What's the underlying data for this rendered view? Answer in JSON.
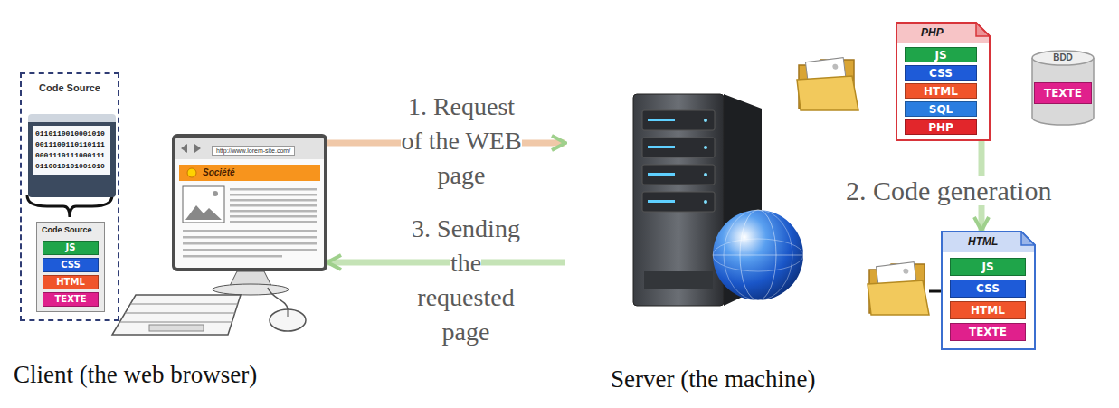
{
  "diagram": {
    "nodes": [
      {
        "text": [
          "Code Source"
        ]
      },
      {
        "text": [
          "0110110010001010 0011100110110111 0001110111000111 0110010101001010"
        ],
        "in": 0
      },
      {
        "text": [
          "Code Source"
        ],
        "in": 0
      },
      {
        "text": [
          "JS"
        ],
        "in": 2
      },
      {
        "text": [
          "CSS"
        ],
        "in": 2
      },
      {
        "text": [
          "HTML"
        ],
        "in": 2
      },
      {
        "text": [
          "TEXTE"
        ],
        "in": 2
      },
      {
        "text": [
          "http://www.lorem-site.com/",
          "Société"
        ]
      },
      {
        "text": [
          "Server (the machine)"
        ]
      },
      {
        "text": [
          "PHP"
        ]
      },
      {
        "text": [
          "JS"
        ],
        "in": 9
      },
      {
        "text": [
          "CSS"
        ],
        "in": 9
      },
      {
        "text": [
          "HTML"
        ],
        "in": 9
      },
      {
        "text": [
          "SQL"
        ],
        "in": 9
      },
      {
        "text": [
          "PHP"
        ],
        "in": 9
      },
      {
        "text": [
          "BDD"
        ]
      },
      {
        "text": [
          "TEXTE"
        ],
        "in": 15
      },
      {
        "text": [
          "HTML"
        ]
      },
      {
        "text": [
          "JS"
        ],
        "in": 17
      },
      {
        "text": [
          "CSS"
        ],
        "in": 17
      },
      {
        "text": [
          "HTML"
        ],
        "in": 17
      },
      {
        "text": [
          "TEXTE"
        ],
        "in": 17
      }
    ],
    "edges": [
      {
        "from": 7,
        "to": 8,
        "label": "1. Request of the WEB page",
        "arrow": "to"
      },
      {
        "from": 9,
        "to": 17,
        "label": "2. Code generation",
        "arrow": "to"
      },
      {
        "from": 8,
        "to": 7,
        "label": "3. Sending the requested page",
        "arrow": "to"
      }
    ],
    "labels": [
      "Client (the web browser)"
    ]
  }
}
